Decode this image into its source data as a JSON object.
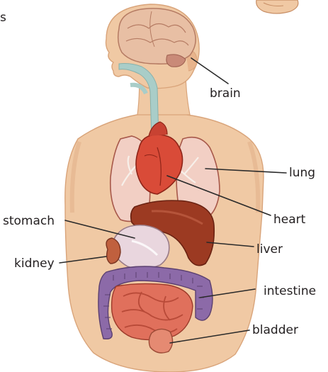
{
  "header": {
    "cropped_text": "s"
  },
  "labels": {
    "brain": "brain",
    "lung": "lung",
    "heart": "heart",
    "stomach": "stomach",
    "liver": "liver",
    "kidney": "kidney",
    "intestine": "intestine",
    "bladder": "bladder"
  },
  "colors": {
    "skin": "#f0c9a4",
    "skin_shadow": "#d9a47a",
    "brain": "#e8bfa4",
    "airway": "#a9cdc8",
    "lung": "#f2cfc4",
    "heart": "#d94b38",
    "liver": "#9c3a22",
    "stomach": "#e9d6de",
    "kidney": "#c0603e",
    "large_intestine": "#8c6aa8",
    "small_intestine": "#e0705c",
    "bladder": "#e58a72",
    "leader_line": "#2a2a2a",
    "label_text": "#231f20"
  }
}
